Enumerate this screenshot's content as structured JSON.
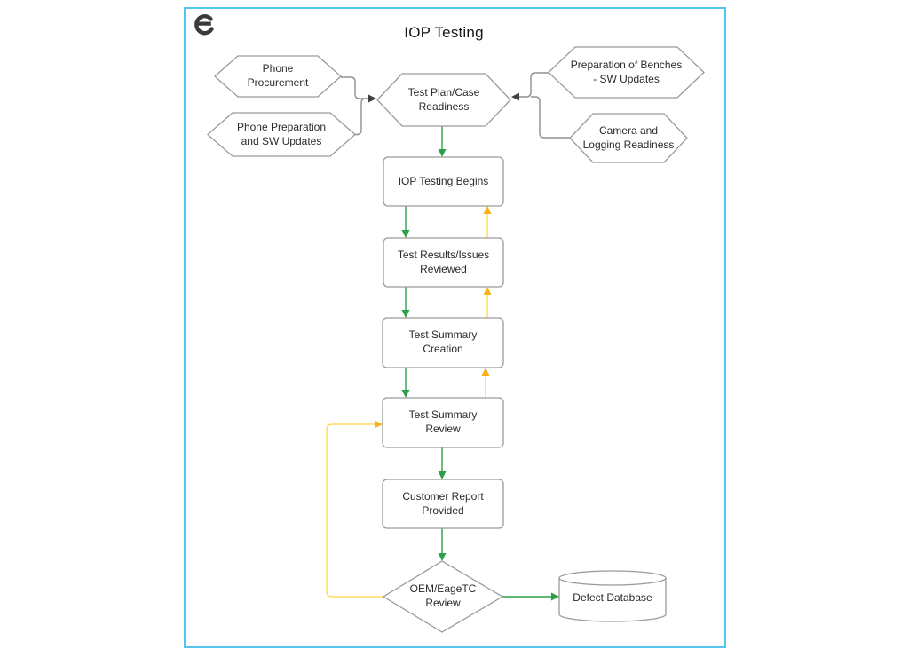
{
  "page": {
    "title": "IOP Testing",
    "logo_icon": "e-logo"
  },
  "colors": {
    "border": "#55c5f0",
    "shape_stroke": "#9a9a9a",
    "text": "#2b2b2b",
    "flow_forward": "#2ca049",
    "flow_feedback_line": "#ffda5e",
    "flow_feedback_arrow": "#f9b115",
    "connector_gray": "#909090",
    "connector_arrow_dark": "#404040"
  },
  "nodes": {
    "phone_procurement": "Phone\nProcurement",
    "phone_preparation": "Phone Preparation\nand SW Updates",
    "preparation_of_benches": "Preparation of Benches\n- SW Updates",
    "camera_logging": "Camera and\nLogging Readiness",
    "test_plan_case_readiness": "Test Plan/Case\nReadiness",
    "iop_testing_begins": "IOP Testing Begins",
    "test_results_reviewed": "Test Results/Issues\nReviewed",
    "test_summary_creation": "Test Summary\nCreation",
    "test_summary_review": "Test Summary\nReview",
    "customer_report_provided": "Customer Report\nProvided",
    "oem_eagetc_review": "OEM/EageTC\nReview",
    "defect_database": "Defect Database"
  },
  "edges": [
    {
      "from": "phone_procurement",
      "to": "test_plan_case_readiness",
      "color": "gray"
    },
    {
      "from": "phone_preparation",
      "to": "test_plan_case_readiness",
      "color": "gray"
    },
    {
      "from": "preparation_of_benches",
      "to": "test_plan_case_readiness",
      "color": "gray"
    },
    {
      "from": "camera_logging",
      "to": "test_plan_case_readiness",
      "color": "gray"
    },
    {
      "from": "test_plan_case_readiness",
      "to": "iop_testing_begins",
      "color": "green"
    },
    {
      "from": "iop_testing_begins",
      "to": "test_results_reviewed",
      "color": "green"
    },
    {
      "from": "test_results_reviewed",
      "to": "iop_testing_begins",
      "color": "yellow"
    },
    {
      "from": "test_results_reviewed",
      "to": "test_summary_creation",
      "color": "green"
    },
    {
      "from": "test_summary_creation",
      "to": "test_results_reviewed",
      "color": "yellow"
    },
    {
      "from": "test_summary_creation",
      "to": "test_summary_review",
      "color": "green"
    },
    {
      "from": "test_summary_review",
      "to": "test_summary_creation",
      "color": "yellow"
    },
    {
      "from": "test_summary_review",
      "to": "customer_report_provided",
      "color": "green"
    },
    {
      "from": "customer_report_provided",
      "to": "oem_eagetc_review",
      "color": "green"
    },
    {
      "from": "oem_eagetc_review",
      "to": "test_summary_review",
      "color": "yellow"
    },
    {
      "from": "oem_eagetc_review",
      "to": "defect_database",
      "color": "green"
    }
  ]
}
